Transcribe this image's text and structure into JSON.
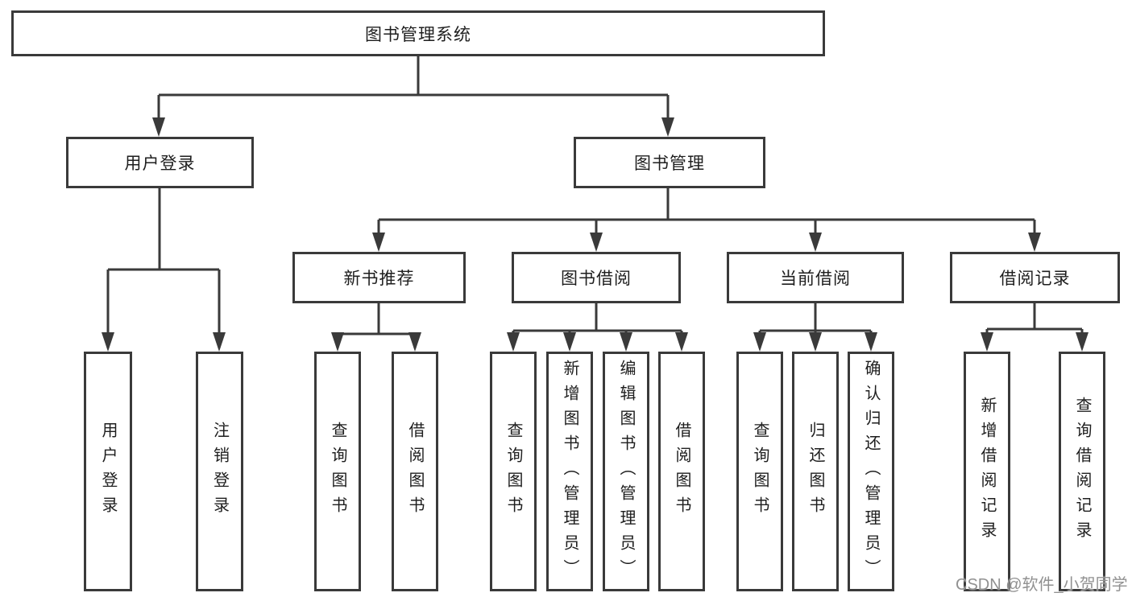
{
  "nodes": {
    "root": {
      "label": "图书管理系统"
    },
    "level2": [
      {
        "label": "用户登录"
      },
      {
        "label": "图书管理"
      }
    ],
    "level3": [
      {
        "label": "新书推荐"
      },
      {
        "label": "图书借阅"
      },
      {
        "label": "当前借阅"
      },
      {
        "label": "借阅记录"
      }
    ],
    "leaves": [
      {
        "label": "用户登录"
      },
      {
        "label": "注销登录"
      },
      {
        "label": "查询图书"
      },
      {
        "label": "借阅图书"
      },
      {
        "label": "查询图书"
      },
      {
        "label": "新增图书（管理员）"
      },
      {
        "label": "编辑图书（管理员）"
      },
      {
        "label": "借阅图书"
      },
      {
        "label": "查询图书"
      },
      {
        "label": "归还图书"
      },
      {
        "label": "确认归还（管理员）"
      },
      {
        "label": "新增借阅记录"
      },
      {
        "label": "查询借阅记录"
      }
    ]
  },
  "watermark": {
    "text": "CSDN @软件_小贺同学"
  },
  "colors": {
    "line": "#3a3a3a",
    "text": "#1e1e1e",
    "box-bg": "#ffffff",
    "watermark": "#919191",
    "page-bg": "#ffffff"
  }
}
